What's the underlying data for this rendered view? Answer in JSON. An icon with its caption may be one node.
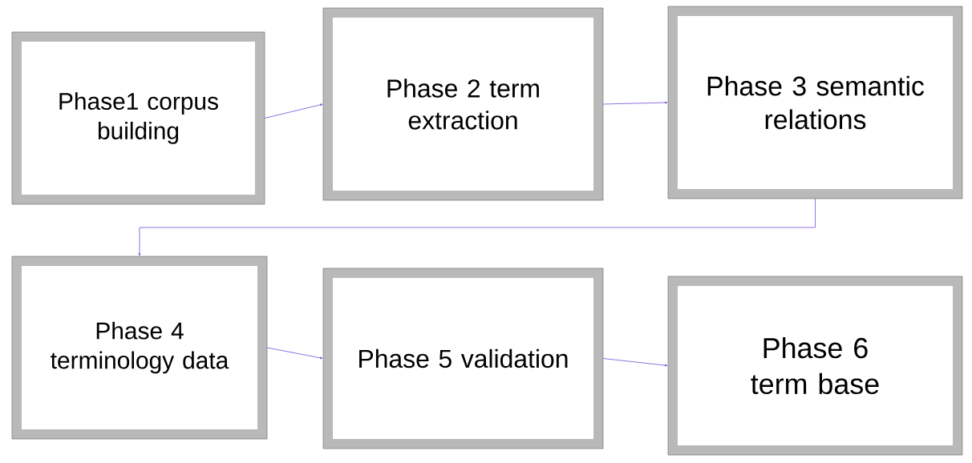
{
  "diagram": {
    "nodes": [
      {
        "text": [
          "Phase1 corpus building"
        ]
      },
      {
        "text": [
          "Phase 2 term extraction"
        ]
      },
      {
        "text": [
          "Phase 3 semantic relations"
        ]
      },
      {
        "text": [
          "Phase 4 terminology data"
        ]
      },
      {
        "text": [
          "Phase 5 validation"
        ]
      },
      {
        "text": [
          "Phase 6 term base"
        ]
      }
    ],
    "edges": [
      {
        "from": 0,
        "to": 1,
        "arrow": "to"
      },
      {
        "from": 1,
        "to": 2,
        "arrow": "to"
      },
      {
        "from": 2,
        "to": 3,
        "arrow": "to"
      },
      {
        "from": 3,
        "to": 4,
        "arrow": "to"
      },
      {
        "from": 4,
        "to": 5,
        "arrow": "to"
      }
    ]
  }
}
